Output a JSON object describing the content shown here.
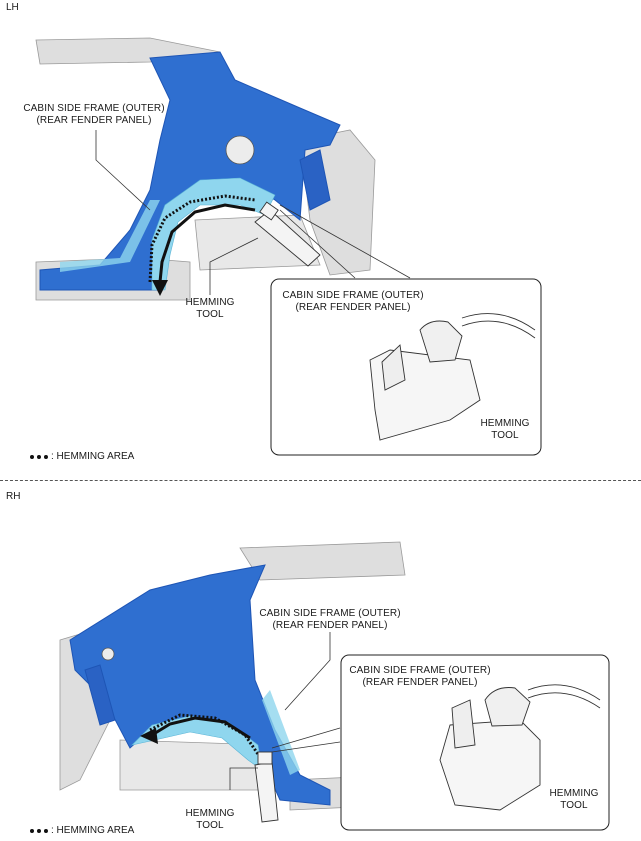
{
  "sections": {
    "lh": {
      "label": "LH",
      "frame_label": "CABIN SIDE FRAME (OUTER)\n(REAR FENDER PANEL)",
      "tool_label": "HEMMING\nTOOL",
      "detail_frame_label": "CABIN SIDE FRAME (OUTER)\n(REAR FENDER PANEL)",
      "detail_tool_label": "HEMMING\nTOOL",
      "legend_text": ": HEMMING AREA"
    },
    "rh": {
      "label": "RH",
      "frame_label": "CABIN SIDE FRAME (OUTER)\n(REAR FENDER PANEL)",
      "tool_label": "HEMMING\nTOOL",
      "detail_frame_label": "CABIN SIDE FRAME (OUTER)\n(REAR FENDER PANEL)",
      "detail_tool_label": "HEMMING\nTOOL",
      "legend_text": ": HEMMING AREA"
    }
  },
  "colors": {
    "panel_blue": "#2f6fd0",
    "panel_blue_dark": "#1e55b5",
    "panel_light": "#8fd6ee",
    "frame_grey": "#d9d9d9",
    "line": "#333333"
  }
}
